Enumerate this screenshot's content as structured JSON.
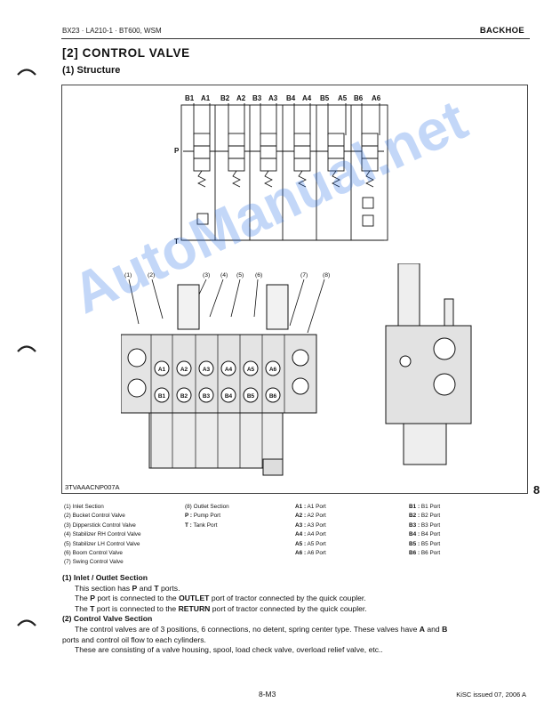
{
  "header": {
    "left": "BX23 · LA210-1 · BT600, WSM",
    "right": "BACKHOE"
  },
  "section_title": "[2]  CONTROL  VALVE",
  "subsection_title": "(1)  Structure",
  "figure": {
    "port_labels_top": [
      "B1",
      "A1",
      "B2",
      "A2",
      "B3",
      "A3",
      "B4",
      "A4",
      "B5",
      "A5",
      "B6",
      "A6"
    ],
    "schematic_p": "P",
    "schematic_t": "T",
    "callouts": [
      "(1)",
      "(2)",
      "(3)",
      "(4)",
      "(5)",
      "(6)",
      "(7)",
      "(8)"
    ],
    "body_a_labels": [
      "A1",
      "A2",
      "A3",
      "A4",
      "A5",
      "A6"
    ],
    "body_b_labels": [
      "B1",
      "B2",
      "B3",
      "B4",
      "B5",
      "B6"
    ],
    "figure_id": "3TVAAACNP007A"
  },
  "legend": {
    "col1": [
      "(1)  Inlet Section",
      "(2)  Bucket Control Valve",
      "(3)  Dipperstick Control Valve",
      "(4)  Stabilizer RH Control Valve",
      "(5)  Stabilizer LH Control Valve",
      "(6)  Boom Control Valve",
      "(7)  Swing Control Valve"
    ],
    "col2": [
      {
        "key": "(8)",
        "val": "Outlet Section"
      },
      {
        "key": "P :",
        "val": "Pump Port"
      },
      {
        "key": "T :",
        "val": "Tank Port"
      }
    ],
    "col3": [
      {
        "key": "A1 :",
        "val": "A1 Port"
      },
      {
        "key": "A2 :",
        "val": "A2 Port"
      },
      {
        "key": "A3 :",
        "val": "A3 Port"
      },
      {
        "key": "A4 :",
        "val": "A4 Port"
      },
      {
        "key": "A5 :",
        "val": "A5 Port"
      },
      {
        "key": "A6 :",
        "val": "A6 Port"
      }
    ],
    "col4": [
      {
        "key": "B1 :",
        "val": "B1 Port"
      },
      {
        "key": "B2 :",
        "val": "B2 Port"
      },
      {
        "key": "B3 :",
        "val": "B3 Port"
      },
      {
        "key": "B4 :",
        "val": "B4 Port"
      },
      {
        "key": "B5 :",
        "val": "B5 Port"
      },
      {
        "key": "B6 :",
        "val": "B6 Port"
      }
    ]
  },
  "body": {
    "sec1_title": "(1)  Inlet / Outlet Section",
    "sec1_l1_a": "This section has ",
    "sec1_l1_b": "P",
    "sec1_l1_c": " and ",
    "sec1_l1_d": "T",
    "sec1_l1_e": " ports.",
    "sec1_l2_a": "The ",
    "sec1_l2_b": "P",
    "sec1_l2_c": " port is connected to the ",
    "sec1_l2_d": "OUTLET",
    "sec1_l2_e": " port of tractor connected by the quick coupler.",
    "sec1_l3_a": "The ",
    "sec1_l3_b": "T",
    "sec1_l3_c": " port is connected to the ",
    "sec1_l3_d": "RETURN",
    "sec1_l3_e": " port of tractor connected by the quick coupler.",
    "sec2_title": "(2)  Control Valve Section",
    "sec2_l1_a": "The control valves are of 3 positions, 6 connections, no detent, spring center type.  These valves have ",
    "sec2_l1_b": "A",
    "sec2_l1_c": " and ",
    "sec2_l1_d": "B",
    "sec2_l2": "ports and control oil flow to each cylinders.",
    "sec2_l3": "These are consisting of a valve housing, spool, load check valve, overload relief valve, etc.."
  },
  "side_tab": "8",
  "watermark": "AutoManual.net",
  "footer": {
    "page": "8-M3",
    "issue": "KiSC issued 07, 2006 A"
  }
}
